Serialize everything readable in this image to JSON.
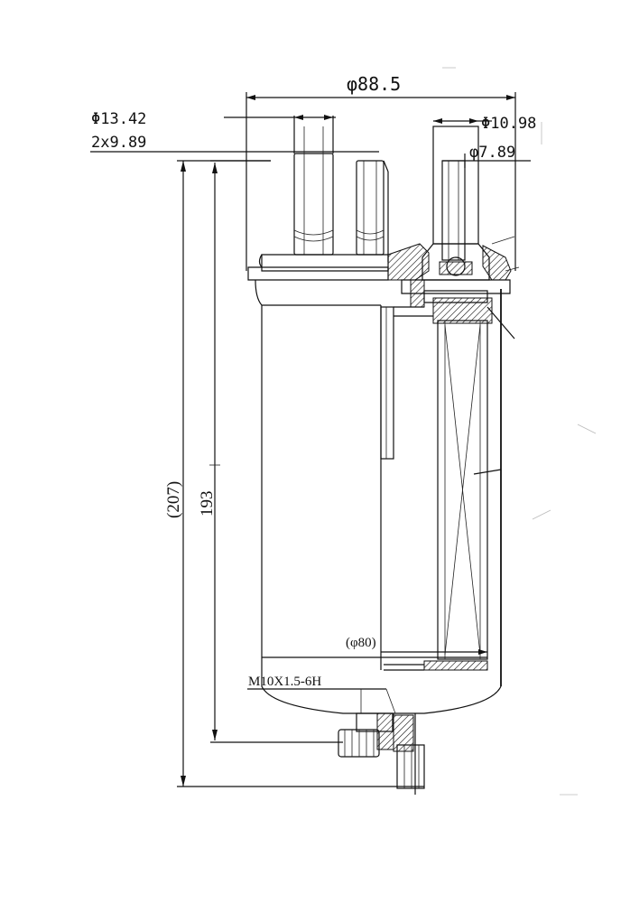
{
  "labels": {
    "diameter_overall": "φ88.5",
    "diameter_inlet": "Φ13.42",
    "inlet_count": "2x9.89",
    "diameter_outlet_outer": "Φ10.98",
    "diameter_outlet_inner": "φ7.89",
    "height_total": "(207)",
    "height_body": "193",
    "diameter_body": "(φ80)",
    "thread_spec": "M10X1.5-6H"
  }
}
